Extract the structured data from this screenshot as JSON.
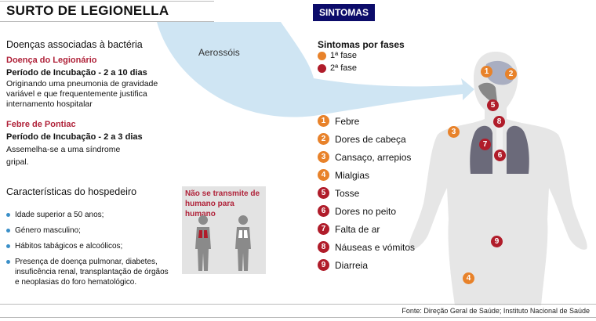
{
  "title": "SURTO DE LEGIONELLA",
  "aerosol_label": "Aerossóis",
  "diseases": {
    "heading": "Doenças associadas à bactéria",
    "items": [
      {
        "name": "Doença do Legionário",
        "incubation": "Período de Incubação - 2 a 10 dias",
        "desc": [
          "Originando uma pneumonia de gravidade",
          "variável e que frequentemente justifica",
          "internamento hospitalar"
        ]
      },
      {
        "name": "Febre de Pontiac",
        "incubation": "Período de Incubação - 2 a 3 dias",
        "desc": [
          "Assemelha-se a uma síndrome",
          "gripal."
        ]
      }
    ]
  },
  "host": {
    "heading": "Características do hospedeiro",
    "items": [
      "Idade superior a 50 anos;",
      "Género masculino;",
      "Hábitos tabágicos e alcoólicos;",
      "Presença de doença pulmonar, diabetes, insuficência renal, transplantação de órgãos e neoplasias do foro hematológico."
    ]
  },
  "transmission_note": "Não se transmite de humano para humano",
  "symptoms": {
    "badge": "SINTOMAS",
    "legend_title": "Sintomas por fases",
    "legend": [
      {
        "label": "1ª fase",
        "color": "#e8822a"
      },
      {
        "label": "2ª fase",
        "color": "#b01c2a"
      }
    ],
    "items": [
      {
        "n": "1",
        "label": "Febre",
        "phase": 1
      },
      {
        "n": "2",
        "label": "Dores de cabeça",
        "phase": 1
      },
      {
        "n": "3",
        "label": "Cansaço, arrepios",
        "phase": 1
      },
      {
        "n": "4",
        "label": "Mialgias",
        "phase": 1
      },
      {
        "n": "5",
        "label": "Tosse",
        "phase": 2
      },
      {
        "n": "6",
        "label": "Dores no peito",
        "phase": 2
      },
      {
        "n": "7",
        "label": "Falta de ar",
        "phase": 2
      },
      {
        "n": "8",
        "label": "Náuseas e vómitos",
        "phase": 2
      },
      {
        "n": "9",
        "label": "Diarreia",
        "phase": 2
      }
    ]
  },
  "source": "Fonte: Direção Geral de Saúde; Instituto Nacional de Saúde"
}
